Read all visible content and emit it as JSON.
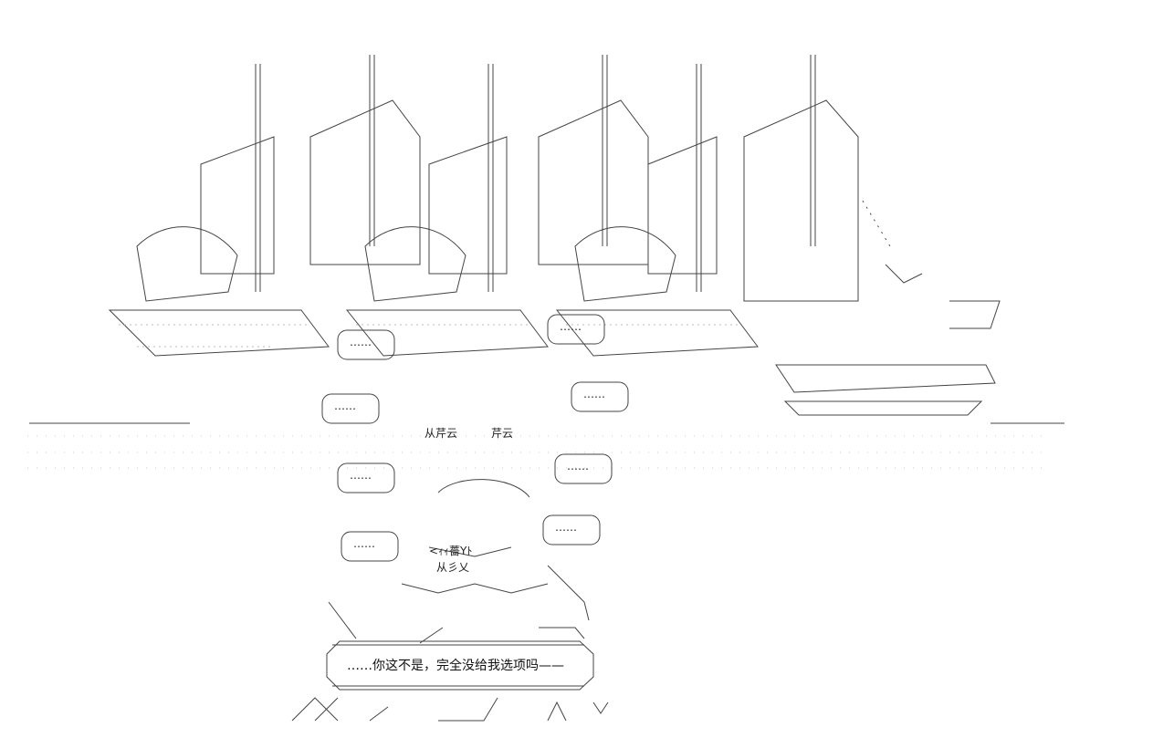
{
  "dialogue": {
    "speech": "……你这不是，完全没给我选项吗——"
  },
  "bubbles": {
    "ellipsis": "……"
  },
  "labels": {
    "sign_a": "从芹云",
    "sign_b": "芹云",
    "sign_c": "从彡乂",
    "sign_d": "<ｨｨ薔Yﾄ"
  }
}
